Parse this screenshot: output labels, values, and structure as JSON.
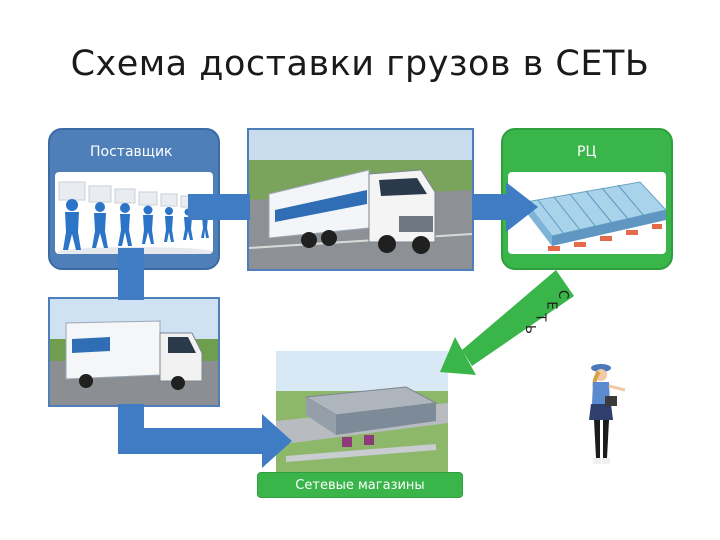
{
  "title": "Схема доставки грузов в СЕТЬ",
  "supplier": {
    "label": "Поставщик"
  },
  "dc": {
    "label": "РЦ"
  },
  "stores": {
    "label": "Сетевые магазины"
  },
  "set_word": {
    "letters": [
      "С",
      "Е",
      "Т",
      "Ь"
    ]
  },
  "colors": {
    "blue": "#4f7fb8",
    "green": "#39b54a",
    "arrow_blue": "#3f7cc4",
    "figure_blue": "#2b74c8"
  },
  "icons": {
    "supplier": "people-carrying-boxes",
    "truck": "semi-truck",
    "warehouse": "warehouse-racks",
    "small_truck": "delivery-truck",
    "store": "store-building",
    "courier": "courier-woman"
  }
}
